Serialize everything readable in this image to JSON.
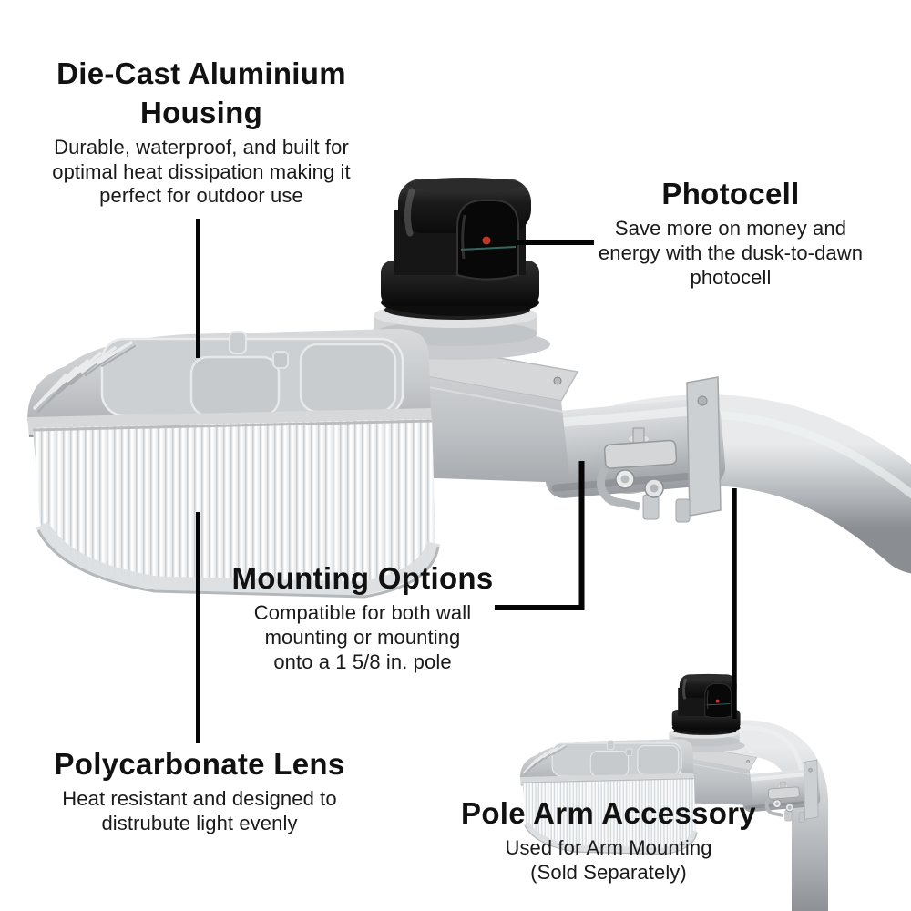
{
  "colors": {
    "background": "#ffffff",
    "text": "#141414",
    "leader_line": "#050505",
    "metal_light": "#e4e6e8",
    "metal_mid": "#c3c6c9",
    "metal_dark": "#8f9296",
    "photocell_black": "#151515",
    "lens_white": "#f2f4f6",
    "sensor_dot_red": "#c0392b"
  },
  "callouts": {
    "housing": {
      "title": "Die-Cast Aluminium\nHousing",
      "body": "Durable, waterproof, and built for\noptimal heat dissipation making it\nperfect for outdoor use"
    },
    "photocell": {
      "title": "Photocell",
      "body": "Save more on money and\nenergy with the dusk-to-dawn\nphotocell"
    },
    "mounting": {
      "title": "Mounting Options",
      "body": "Compatible for both wall\nmounting or mounting\nonto a 1 5/8 in. pole"
    },
    "lens": {
      "title": "Polycarbonate Lens",
      "body": "Heat resistant and designed to\ndistrubute light evenly"
    },
    "pole_arm": {
      "title": "Pole Arm Accessory",
      "body": "Used for Arm Mounting\n(Sold Separately)"
    }
  }
}
